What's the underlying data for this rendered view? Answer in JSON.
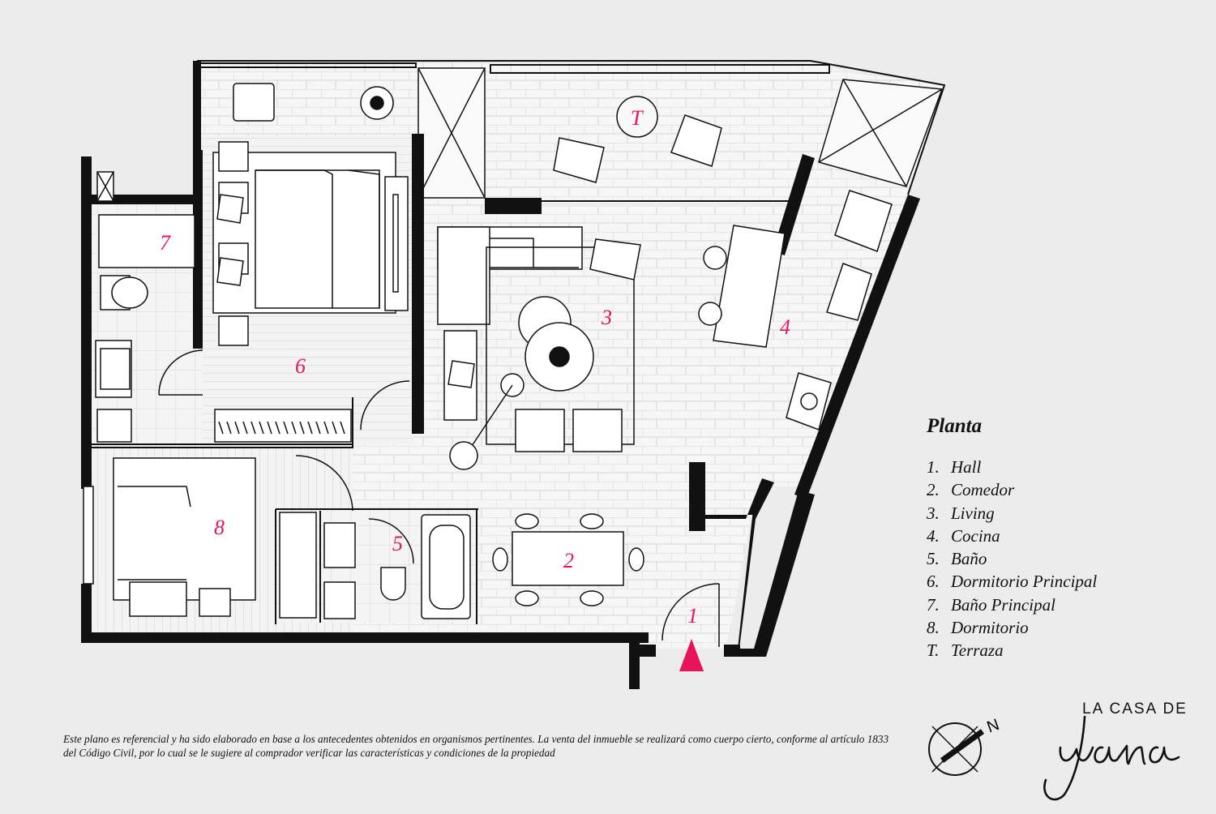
{
  "rooms": [
    {
      "num": "1",
      "name": "Hall"
    },
    {
      "num": "2",
      "name": "Comedor"
    },
    {
      "num": "3",
      "name": "Living"
    },
    {
      "num": "4",
      "name": "Cocina"
    },
    {
      "num": "5",
      "name": "Baño"
    },
    {
      "num": "6",
      "name": "Dormitorio Principal"
    },
    {
      "num": "7",
      "name": "Baño Principal"
    },
    {
      "num": "8",
      "name": "Dormitorio"
    },
    {
      "num": "T",
      "name": "Terraza"
    }
  ],
  "legend": {
    "title": "Planta",
    "items": [
      "1.",
      "2.",
      "3.",
      "4.",
      "5.",
      "6.",
      "7.",
      "8.",
      "T."
    ]
  },
  "disclaimer": "Este plano es referencial y ha sido elaborado en base a los antecedentes obtenidos en organismos pertinentes.  La venta del inmueble se realizará como cuerpo cierto, conforme al artículo 1833 del Código Civil, por lo cual se le sugiere al comprador verificar las características y condiciones de la propiedad",
  "logo": {
    "top": "LA CASA DE",
    "script": "Juana"
  },
  "compass": {
    "north": "N"
  },
  "colors": {
    "wall": "#111111",
    "label": "#e8145a",
    "background": "#ececec",
    "entry_arrow": "#e8145a"
  },
  "icons": [
    "compass-icon",
    "entry-arrow-icon",
    "plant-icon"
  ]
}
